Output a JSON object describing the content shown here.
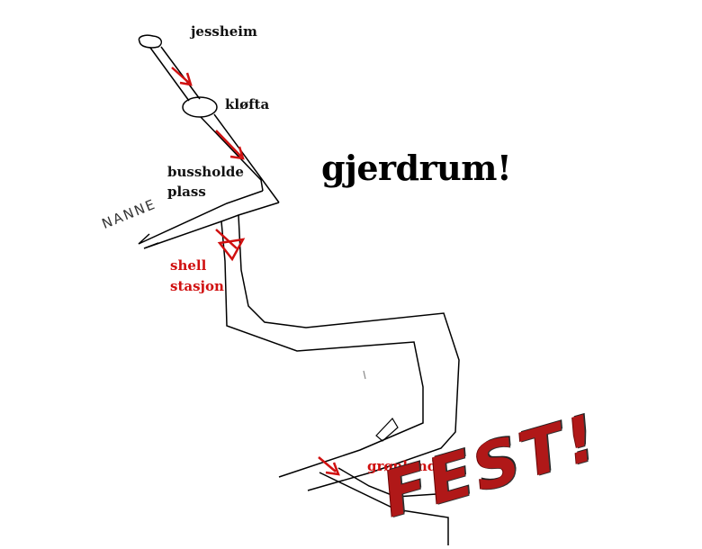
{
  "title": "gjerdrum!",
  "places": {
    "jessheim": "jessheim",
    "klofta": "kløfta",
    "bus_stop_line1": "bussholde",
    "bus_stop_line2": "plass",
    "shell_line1": "shell",
    "shell_line2": "stasjon",
    "gronlund": "grønlund"
  },
  "side_road_label": "NANNE",
  "party_label": "FEST!",
  "colors": {
    "road": "#000000",
    "arrow": "#d01010",
    "label_dark": "#111111",
    "label_red": "#d01010",
    "fest": "#b01818"
  }
}
